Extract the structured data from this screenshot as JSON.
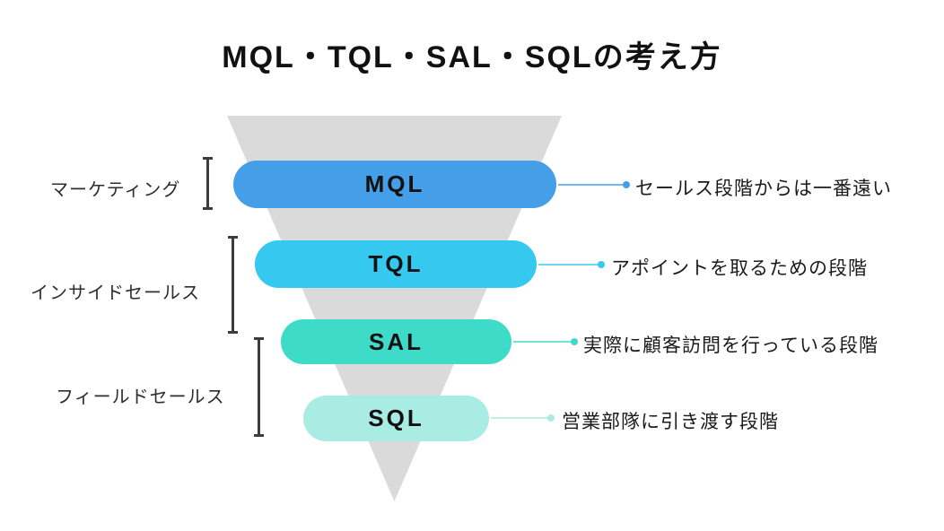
{
  "title": "MQL・TQL・SAL・SQLの考え方",
  "funnel": {
    "background_color": "#dadada",
    "bracket_color": "#3c3c3c"
  },
  "groups": [
    {
      "label": "マーケティング"
    },
    {
      "label": "インサイドセールス"
    },
    {
      "label": "フィールドセールス"
    }
  ],
  "stages": [
    {
      "label": "MQL",
      "color": "#459ee8",
      "description": "セールス段階からは一番遠い"
    },
    {
      "label": "TQL",
      "color": "#35c9f0",
      "description": "アポイントを取るための段階"
    },
    {
      "label": "SAL",
      "color": "#3edcc8",
      "description": "実際に顧客訪問を行っている段階"
    },
    {
      "label": "SQL",
      "color": "#a9ece4",
      "description": "営業部隊に引き渡す段階"
    }
  ]
}
